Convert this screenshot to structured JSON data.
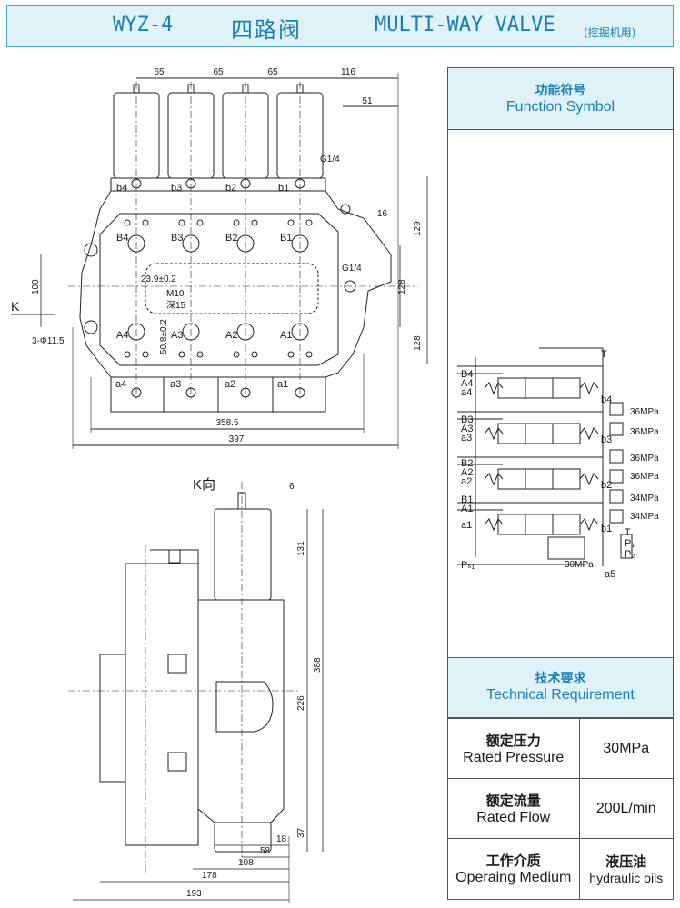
{
  "header": {
    "model": "WYZ-4",
    "name_cn": "四路阀",
    "name_en": "MULTI-WAY  VALVE",
    "usage": "(挖掘机用)"
  },
  "top_view": {
    "dim_labels": [
      "65",
      "65",
      "65",
      "116",
      "51",
      "G1/4",
      "16",
      "129",
      "G1/4",
      "128",
      "128",
      "100",
      "358.5",
      "397",
      "23.9±0.2",
      "M10",
      "深15",
      "50.8±0.2",
      "3-Φ11.5",
      "K"
    ],
    "port_labels_top": [
      "b4",
      "b3",
      "b2",
      "b1"
    ],
    "port_labels_bottom": [
      "a4",
      "a3",
      "a2",
      "a1"
    ],
    "work_ports_B": [
      "B4",
      "B3",
      "B2",
      "B1"
    ],
    "work_ports_A": [
      "A4",
      "A3",
      "A2",
      "A1"
    ]
  },
  "side_view": {
    "title": "K向",
    "dim_labels": [
      "6",
      "131",
      "388",
      "226",
      "37",
      "18",
      "58",
      "108",
      "178",
      "193"
    ]
  },
  "function_symbol": {
    "title_cn": "功能符号",
    "title_en": "Function Symbol",
    "left_labels": [
      "B4",
      "A4",
      "a4",
      "B3",
      "A3",
      "a3",
      "B2",
      "A2",
      "a2",
      "B1",
      "A1",
      "a1",
      "Pₛ₁"
    ],
    "right_labels": [
      "T",
      "b4",
      "b3",
      "b2",
      "b1",
      "T",
      "P₁",
      "P₂",
      "a5"
    ],
    "pressures": [
      "36MPa",
      "36MPa",
      "36MPa",
      "36MPa",
      "34MPa",
      "34MPa",
      "30MPa"
    ]
  },
  "technical_requirement": {
    "title_cn": "技术要求",
    "title_en": "Technical Requirement",
    "rows": [
      {
        "label_cn": "额定压力",
        "label_en": "Rated Pressure",
        "value": "30MPa",
        "value_en": ""
      },
      {
        "label_cn": "额定流量",
        "label_en": "Rated Flow",
        "value": "200L/min",
        "value_en": ""
      },
      {
        "label_cn": "工作介质",
        "label_en": "Operaing Medium",
        "value": "液压油",
        "value_en": "hydraulic oils"
      }
    ]
  },
  "colors": {
    "accent": "#1b7fb3",
    "panel_bg": "#dff2f8",
    "border": "#4aa6c8"
  }
}
